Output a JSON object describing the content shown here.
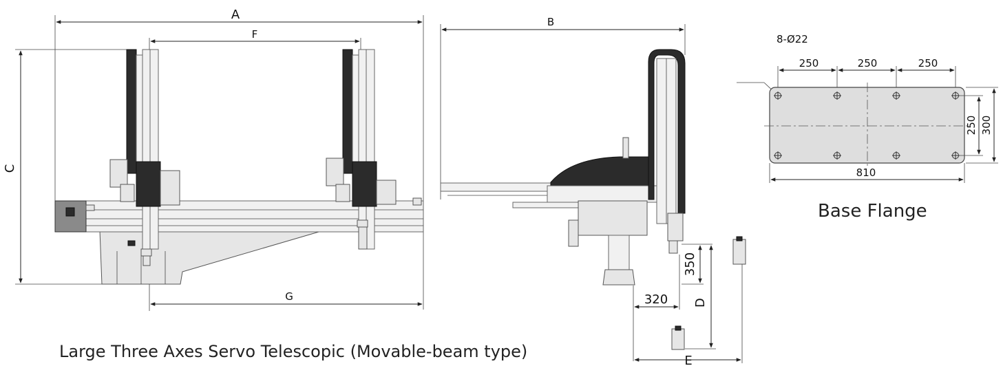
{
  "labels": {
    "A": "A",
    "B": "B",
    "C": "C",
    "D": "D",
    "E": "E",
    "F": "F",
    "G": "G",
    "dim_350": "350",
    "dim_320": "320"
  },
  "base_flange": {
    "holes_note": "8-Ø22",
    "spacing_1": "250",
    "spacing_2": "250",
    "spacing_3": "250",
    "height_inner": "250",
    "height_outer": "300",
    "width": "810",
    "title": "Base Flange"
  },
  "caption": "Large Three Axes Servo Telescopic (Movable-beam type)",
  "colors": {
    "line": "#222222",
    "metal": "#e6e6e6",
    "dark_part": "#2b2b2b"
  }
}
